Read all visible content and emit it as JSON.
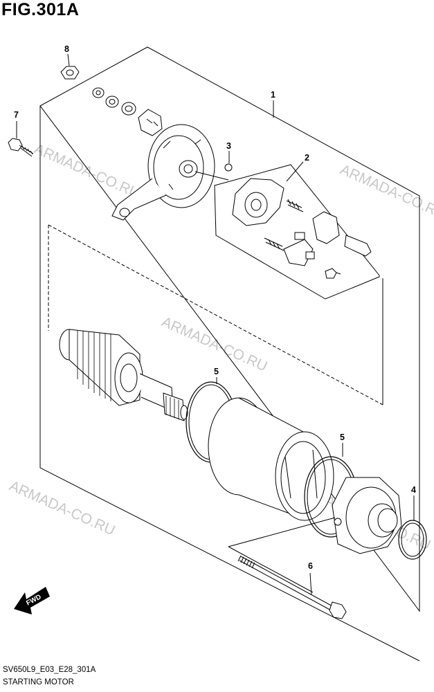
{
  "figure": {
    "title": "FIG.301A",
    "code": "SV650L9_E03_E28_301A",
    "name": "STARTING MOTOR"
  },
  "callouts": [
    {
      "id": "c8",
      "label": "8"
    },
    {
      "id": "c7",
      "label": "7"
    },
    {
      "id": "c1",
      "label": "1"
    },
    {
      "id": "c3",
      "label": "3"
    },
    {
      "id": "c2",
      "label": "2"
    },
    {
      "id": "c5a",
      "label": "5"
    },
    {
      "id": "c5b",
      "label": "5"
    },
    {
      "id": "c4",
      "label": "4"
    },
    {
      "id": "c6",
      "label": "6"
    }
  ],
  "fwd_label": "FWD",
  "watermark": "ARMADA-CO.RU"
}
